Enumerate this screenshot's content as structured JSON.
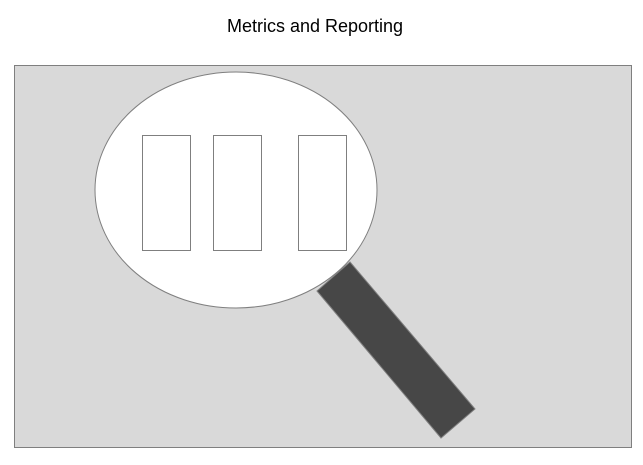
{
  "page": {
    "title": "Metrics and Reporting"
  },
  "illustration": {
    "subject": "magnifying-glass-over-bars",
    "colors": {
      "panel_fill": "#d9d9d9",
      "panel_stroke": "#7f7f7f",
      "lens_fill": "#ffffff",
      "handle_fill": "#474747",
      "bar_fill": "#ffffff",
      "outline": "#7f7f7f"
    },
    "bar_count": 3
  }
}
